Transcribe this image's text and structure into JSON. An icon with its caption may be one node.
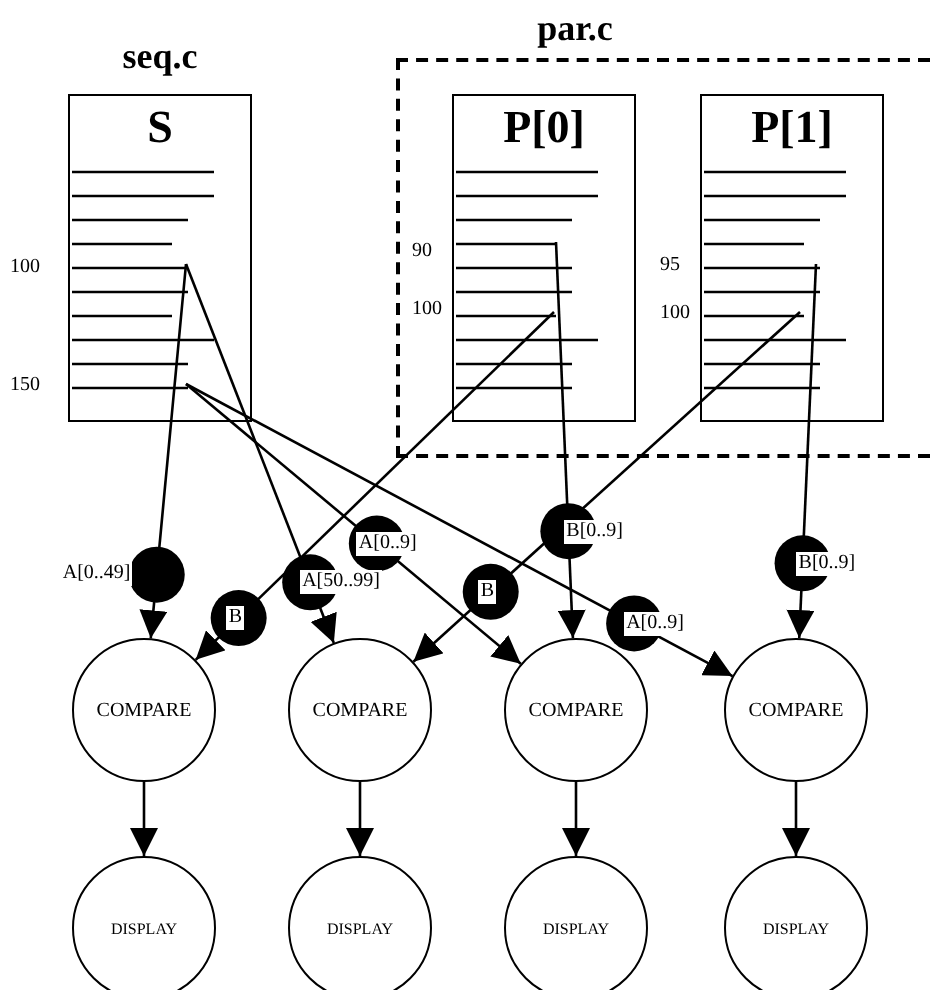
{
  "diagram": {
    "nodes": [
      {
        "text": [
          "seq.c",
          "S"
        ]
      },
      {
        "text": [
          "par.c"
        ]
      },
      {
        "text": [
          "P[0]"
        ],
        "in": 1
      },
      {
        "text": [
          "P[1]"
        ],
        "in": 1
      },
      {
        "text": [
          "COMPARE"
        ]
      },
      {
        "text": [
          "COMPARE"
        ]
      },
      {
        "text": [
          "COMPARE"
        ]
      },
      {
        "text": [
          "COMPARE"
        ]
      },
      {
        "text": [
          "DISPLAY"
        ]
      },
      {
        "text": [
          "DISPLAY"
        ]
      },
      {
        "text": [
          "DISPLAY"
        ]
      },
      {
        "text": [
          "DISPLAY"
        ]
      }
    ],
    "edges": [
      {
        "from": 0,
        "to": 4,
        "arrow": "to",
        "label": "A[0..49]"
      },
      {
        "from": 0,
        "to": 5,
        "arrow": "to",
        "label": "A[50..99]"
      },
      {
        "from": 0,
        "to": 6,
        "arrow": "to",
        "label": "A[0..9]"
      },
      {
        "from": 0,
        "to": 7,
        "arrow": "to",
        "label": "A[0..9]"
      },
      {
        "from": 2,
        "to": 4,
        "arrow": "to",
        "label": "B"
      },
      {
        "from": 2,
        "to": 6,
        "arrow": "to",
        "label": "B[0..9]"
      },
      {
        "from": 3,
        "to": 5,
        "arrow": "to",
        "label": "B"
      },
      {
        "from": 3,
        "to": 7,
        "arrow": "to",
        "label": "B[0..9]"
      },
      {
        "from": 4,
        "to": 8,
        "arrow": "to"
      },
      {
        "from": 5,
        "to": 9,
        "arrow": "to"
      },
      {
        "from": 6,
        "to": 10,
        "arrow": "to"
      },
      {
        "from": 7,
        "to": 11,
        "arrow": "to"
      }
    ],
    "labels": [
      "100",
      "150",
      "90",
      "100",
      "95",
      "100"
    ]
  }
}
